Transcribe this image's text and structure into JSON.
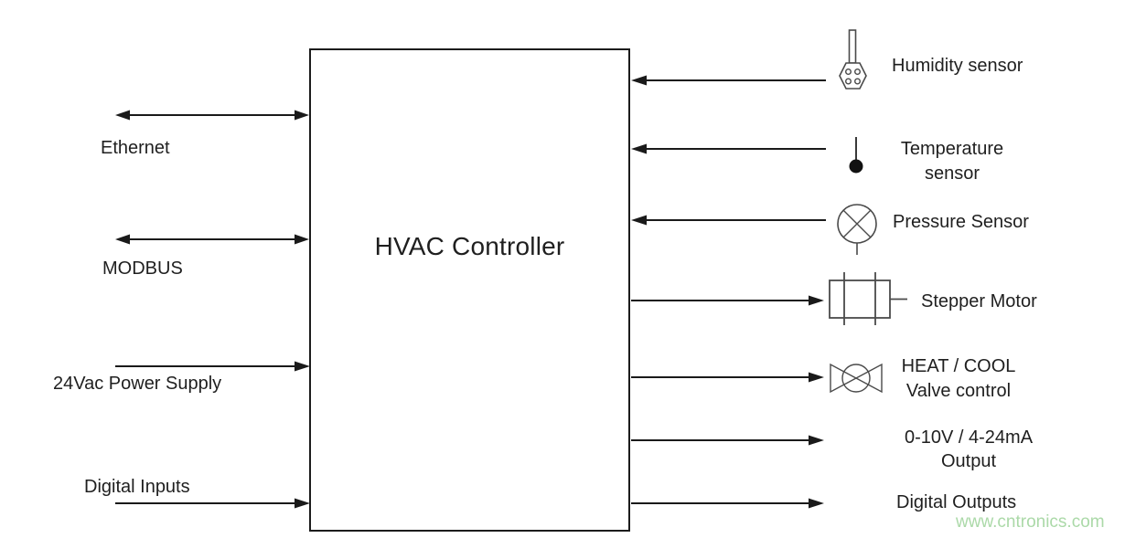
{
  "diagram": {
    "title": "HVAC Controller",
    "watermark": "www.cntronics.com",
    "colors": {
      "line": "#1a1a1a",
      "icon_stroke": "#4a4a4a",
      "watermark": "#abd9a8",
      "background": "#ffffff"
    },
    "left": {
      "ethernet": {
        "label": "Ethernet",
        "direction": "bidirectional"
      },
      "modbus": {
        "label": "MODBUS",
        "direction": "bidirectional"
      },
      "power": {
        "label": "24Vac Power Supply",
        "direction": "input"
      },
      "digital_inputs": {
        "label": "Digital Inputs",
        "direction": "input"
      }
    },
    "right": {
      "humidity": {
        "label": "Humidity sensor",
        "direction": "input",
        "icon": "humidity-sensor-icon"
      },
      "temperature": {
        "line1": "Temperature",
        "line2": "sensor",
        "direction": "input",
        "icon": "temperature-sensor-icon"
      },
      "pressure": {
        "label": "Pressure Sensor",
        "direction": "input",
        "icon": "pressure-sensor-icon"
      },
      "stepper": {
        "label": "Stepper Motor",
        "direction": "output",
        "icon": "stepper-motor-icon"
      },
      "valve": {
        "line1": "HEAT / COOL",
        "line2": "Valve control",
        "direction": "output",
        "icon": "valve-icon"
      },
      "analog_output": {
        "line1": "0-10V / 4-24mA",
        "line2": "Output",
        "direction": "output"
      },
      "digital_outputs": {
        "label": "Digital Outputs",
        "direction": "output"
      }
    }
  }
}
